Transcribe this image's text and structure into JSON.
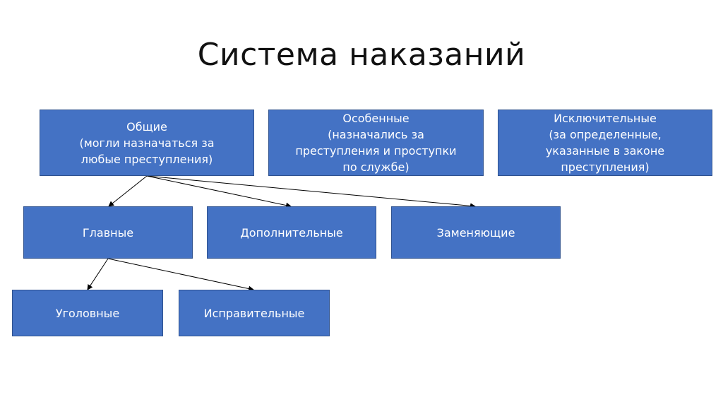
{
  "title": "Система наказаний",
  "boxes": {
    "general": "Общие\n(могли назначаться за\nлюбые преступления)",
    "special": "Особенные\n(назначались за\nпреступления и проступки\nпо службе)",
    "exclusive": "Исключительные\n (за определенные,\nуказанные в законе\nпреступления)",
    "main": "Главные",
    "additional": "Дополнительные",
    "replacing": "Заменяющие",
    "criminal": "Уголовные",
    "corrective": "Исправительные"
  },
  "colors": {
    "box_fill": "#4472c4",
    "box_border": "#2f528f",
    "box_text": "#ffffff"
  }
}
